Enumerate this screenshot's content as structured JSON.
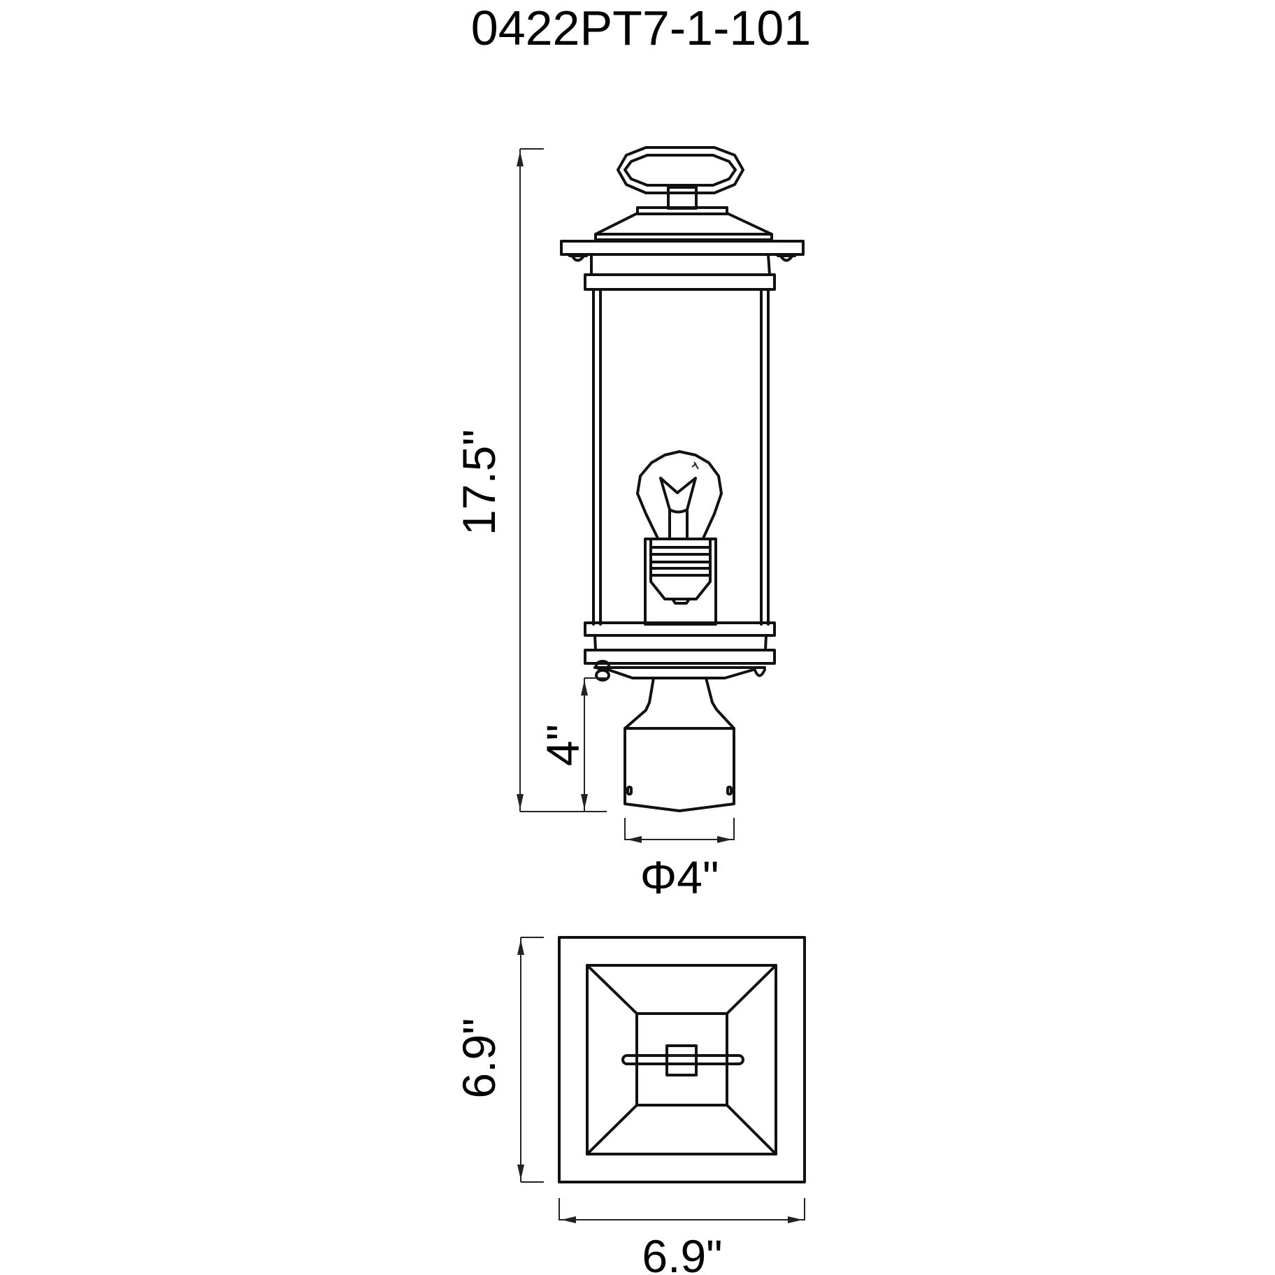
{
  "title": "0422PT7-1-101",
  "views": {
    "elevation": {
      "name": "side elevation of post-top lantern",
      "dimensions": {
        "overall_height": "17.5\"",
        "fitter_height": "4\"",
        "fitter_diameter": "Φ4\""
      }
    },
    "plan": {
      "name": "top plan view",
      "dimensions": {
        "depth": "6.9\"",
        "width": "6.9\""
      }
    }
  },
  "colors": {
    "line": "#111111",
    "background": "#ffffff"
  }
}
